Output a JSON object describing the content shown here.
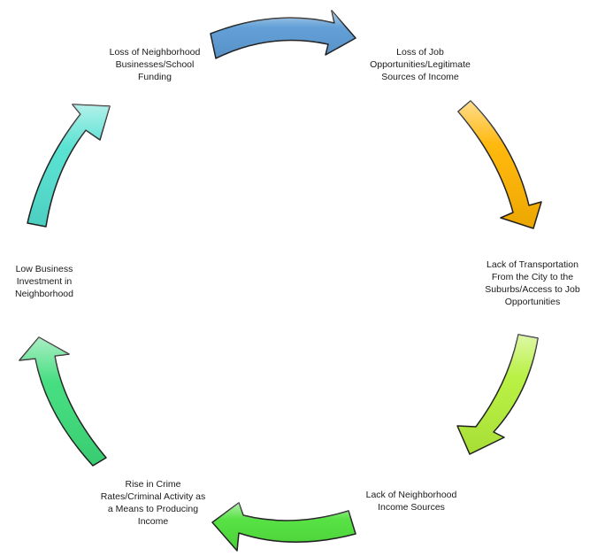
{
  "diagram": {
    "type": "cycle",
    "direction": "clockwise",
    "nodes": [
      {
        "id": "n1",
        "label": "Loss of Job Opportunities/Legitimate Sources of Income",
        "lines": [
          "Loss of Job",
          "Opportunities/Legitimate",
          "Sources of Income"
        ]
      },
      {
        "id": "n2",
        "label": "Lack of Transportation From the City to the Suburbs/Access to Job Opportunities",
        "lines": [
          "Lack of Transportation",
          "From the City to the",
          "Suburbs/Access to Job",
          "Opportunities"
        ]
      },
      {
        "id": "n3",
        "label": "Lack of Neighborhood Income Sources",
        "lines": [
          "Lack of Neighborhood",
          "Income Sources"
        ]
      },
      {
        "id": "n4",
        "label": "Rise in Crime Rates/Criminal Activity as a Means to Producing Income",
        "lines": [
          "Rise in Crime",
          "Rates/Criminal Activity as",
          "a Means to Producing",
          "Income"
        ]
      },
      {
        "id": "n5",
        "label": "Low Business Investment in Neighborhood",
        "lines": [
          "Low Business",
          "Investment in",
          "Neighborhood"
        ]
      },
      {
        "id": "n6",
        "label": "Loss of Neighborhood Businesses/School Funding",
        "lines": [
          "Loss of Neighborhood",
          "Businesses/School",
          "Funding"
        ]
      }
    ],
    "edges": [
      {
        "from": "n6",
        "to": "n1",
        "color": "#5b9bd5"
      },
      {
        "from": "n1",
        "to": "n2",
        "color": "#ffb400"
      },
      {
        "from": "n2",
        "to": "n3",
        "color": "#b5f03a"
      },
      {
        "from": "n3",
        "to": "n4",
        "color": "#4ee03a"
      },
      {
        "from": "n4",
        "to": "n5",
        "color": "#3ddc7a"
      },
      {
        "from": "n5",
        "to": "n6",
        "color": "#52e0d0"
      }
    ]
  }
}
